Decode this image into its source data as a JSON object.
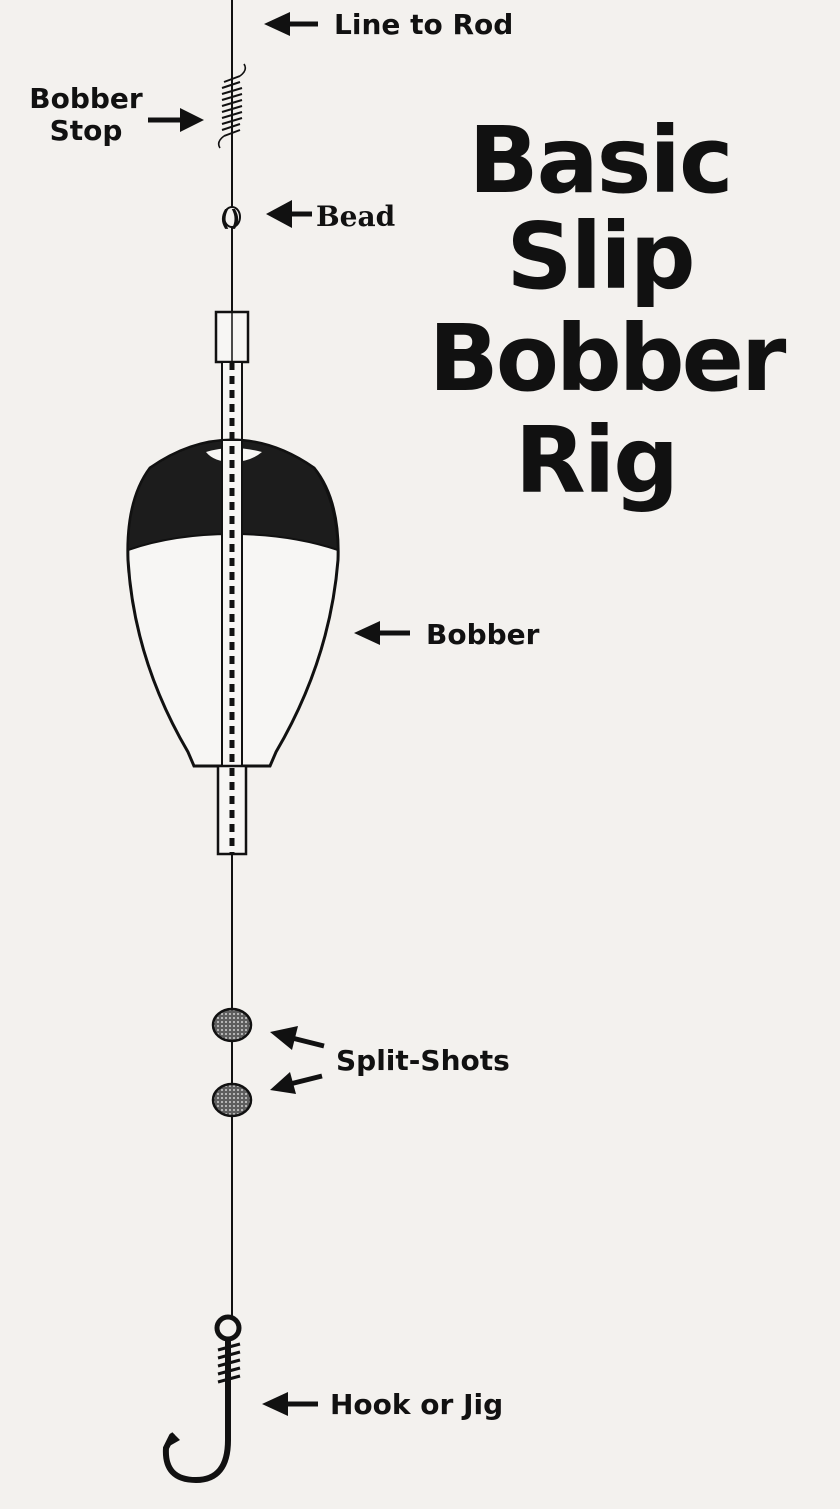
{
  "title": {
    "line1": "Basic",
    "line2": "Slip",
    "line3": "Bobber",
    "line4": "Rig"
  },
  "labels": {
    "line_to_rod": "Line to Rod",
    "bobber_stop_line1": "Bobber",
    "bobber_stop_line2": "Stop",
    "bead": "Bead",
    "bead_symbol": "()",
    "bobber": "Bobber",
    "split_shots": "Split-Shots",
    "hook_or_jig": "Hook or Jig"
  },
  "colors": {
    "background": "#f3f1ee",
    "ink": "#111111",
    "bobber_top": "#1c1c1c",
    "bobber_body": "#f7f6f4",
    "shot_fill": "#8d8d8d"
  },
  "icons": {
    "arrows": "left-arrow-icon",
    "hook": "fish-hook-icon",
    "bobber": "bobber-float-icon",
    "split_shot": "split-shot-sinker-icon"
  }
}
